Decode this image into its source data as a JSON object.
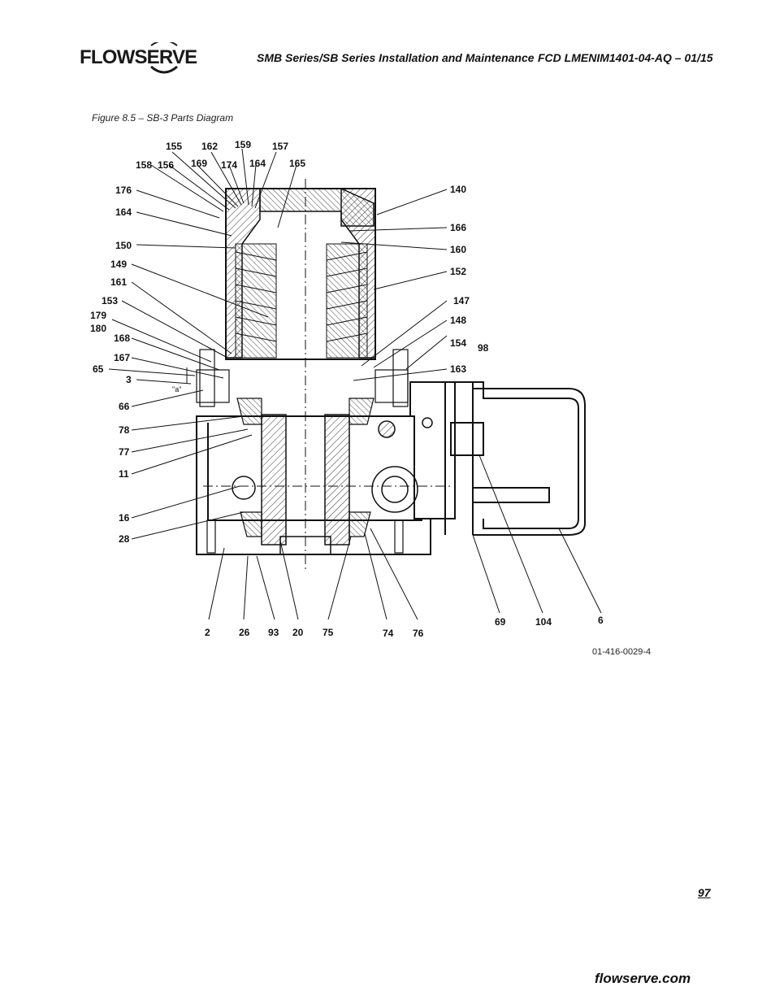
{
  "header": {
    "logo_text": "FLOWSERVE",
    "title": "SMB Series/SB Series Installation and Maintenance",
    "doc_code": "FCD LMENIM1401-04-AQ – 01/15"
  },
  "figure": {
    "caption": "Figure 8.5 – SB-3 Parts Diagram",
    "drawing_number": "01-416-0029-4",
    "dimension_label": "\"a\"",
    "labels_left": [
      "176",
      "164",
      "150",
      "149",
      "161",
      "153",
      "179",
      "180",
      "168",
      "167",
      "65",
      "3",
      "66",
      "78",
      "77",
      "11",
      "16",
      "28"
    ],
    "labels_top": [
      "155",
      "162",
      "159",
      "157",
      "158",
      "156",
      "169",
      "174",
      "164",
      "165"
    ],
    "labels_right": [
      "140",
      "166",
      "160",
      "152",
      "147",
      "148",
      "154",
      "98",
      "163"
    ],
    "labels_bottom": [
      "2",
      "26",
      "93",
      "20",
      "75",
      "74",
      "76",
      "69",
      "104",
      "6"
    ]
  },
  "footer": {
    "page_number": "97",
    "url": "flowserve.com"
  },
  "colors": {
    "ink": "#111111",
    "hatch": "#333333",
    "background": "#ffffff"
  }
}
